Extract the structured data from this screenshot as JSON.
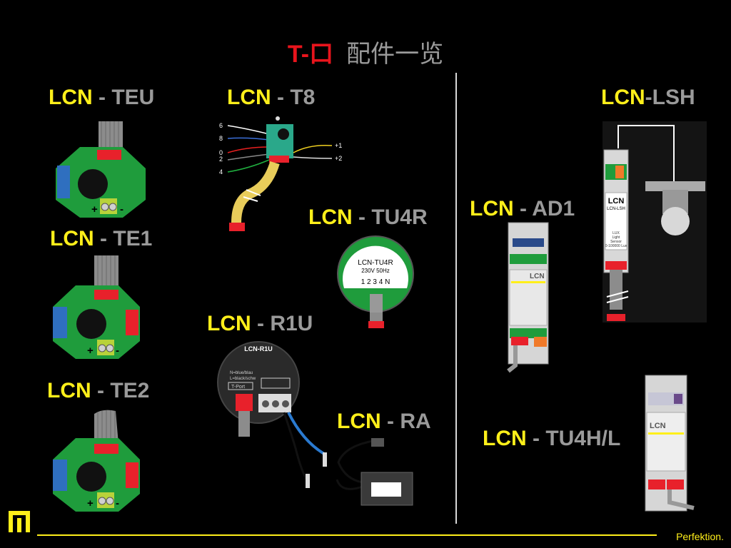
{
  "title": {
    "prefix": "T-口",
    "main": "配件一览"
  },
  "labels": {
    "teu": {
      "brand": "LCN",
      "model": " - TEU"
    },
    "te1": {
      "brand": "LCN",
      "model": " - TE1"
    },
    "te2": {
      "brand": "LCN",
      "model": " - TE2"
    },
    "t8": {
      "brand": "LCN",
      "model": " - T8"
    },
    "tu4r": {
      "brand": "LCN",
      "model": " - TU4R"
    },
    "r1u": {
      "brand": "LCN",
      "model": " - R1U"
    },
    "ra": {
      "brand": "LCN",
      "model": " - RA"
    },
    "ad1": {
      "brand": "LCN",
      "model": " - AD1"
    },
    "lsh": {
      "brand": "LCN",
      "model": "-LSH"
    },
    "tu4hl": {
      "brand": "LCN",
      "model": " - TU4H/L"
    }
  },
  "device_text": {
    "t8_wires": [
      "6",
      "8",
      "0",
      "2",
      "4"
    ],
    "t8_out": [
      "+1",
      "+2"
    ],
    "terminal": [
      "+",
      "-"
    ],
    "tu4r_name": "LCN-TU4R",
    "tu4r_spec": "230V 50Hz",
    "tu4r_terms": "1 2 3 4 N",
    "r1u_name": "LCN-R1U",
    "r1u_wiring": [
      "N=blue/blau",
      "L=black/schw"
    ],
    "r1u_port": "T-Port",
    "ad1_name": "LCN",
    "lsh_name": "LCN",
    "lsh_sub": "LCN-LSH",
    "lsh_info": [
      "LUX",
      "Light",
      "Sensor",
      "0-100000 Lux"
    ],
    "tu4hl_name": "LCN"
  },
  "footer": {
    "brand": "Perfektion."
  },
  "colors": {
    "accent_yellow": "#ffef1a",
    "title_red": "#e8141c",
    "model_grey": "#9a9a9a",
    "pcb_green": "#1f9c3c",
    "connector_red": "#e8212b"
  }
}
